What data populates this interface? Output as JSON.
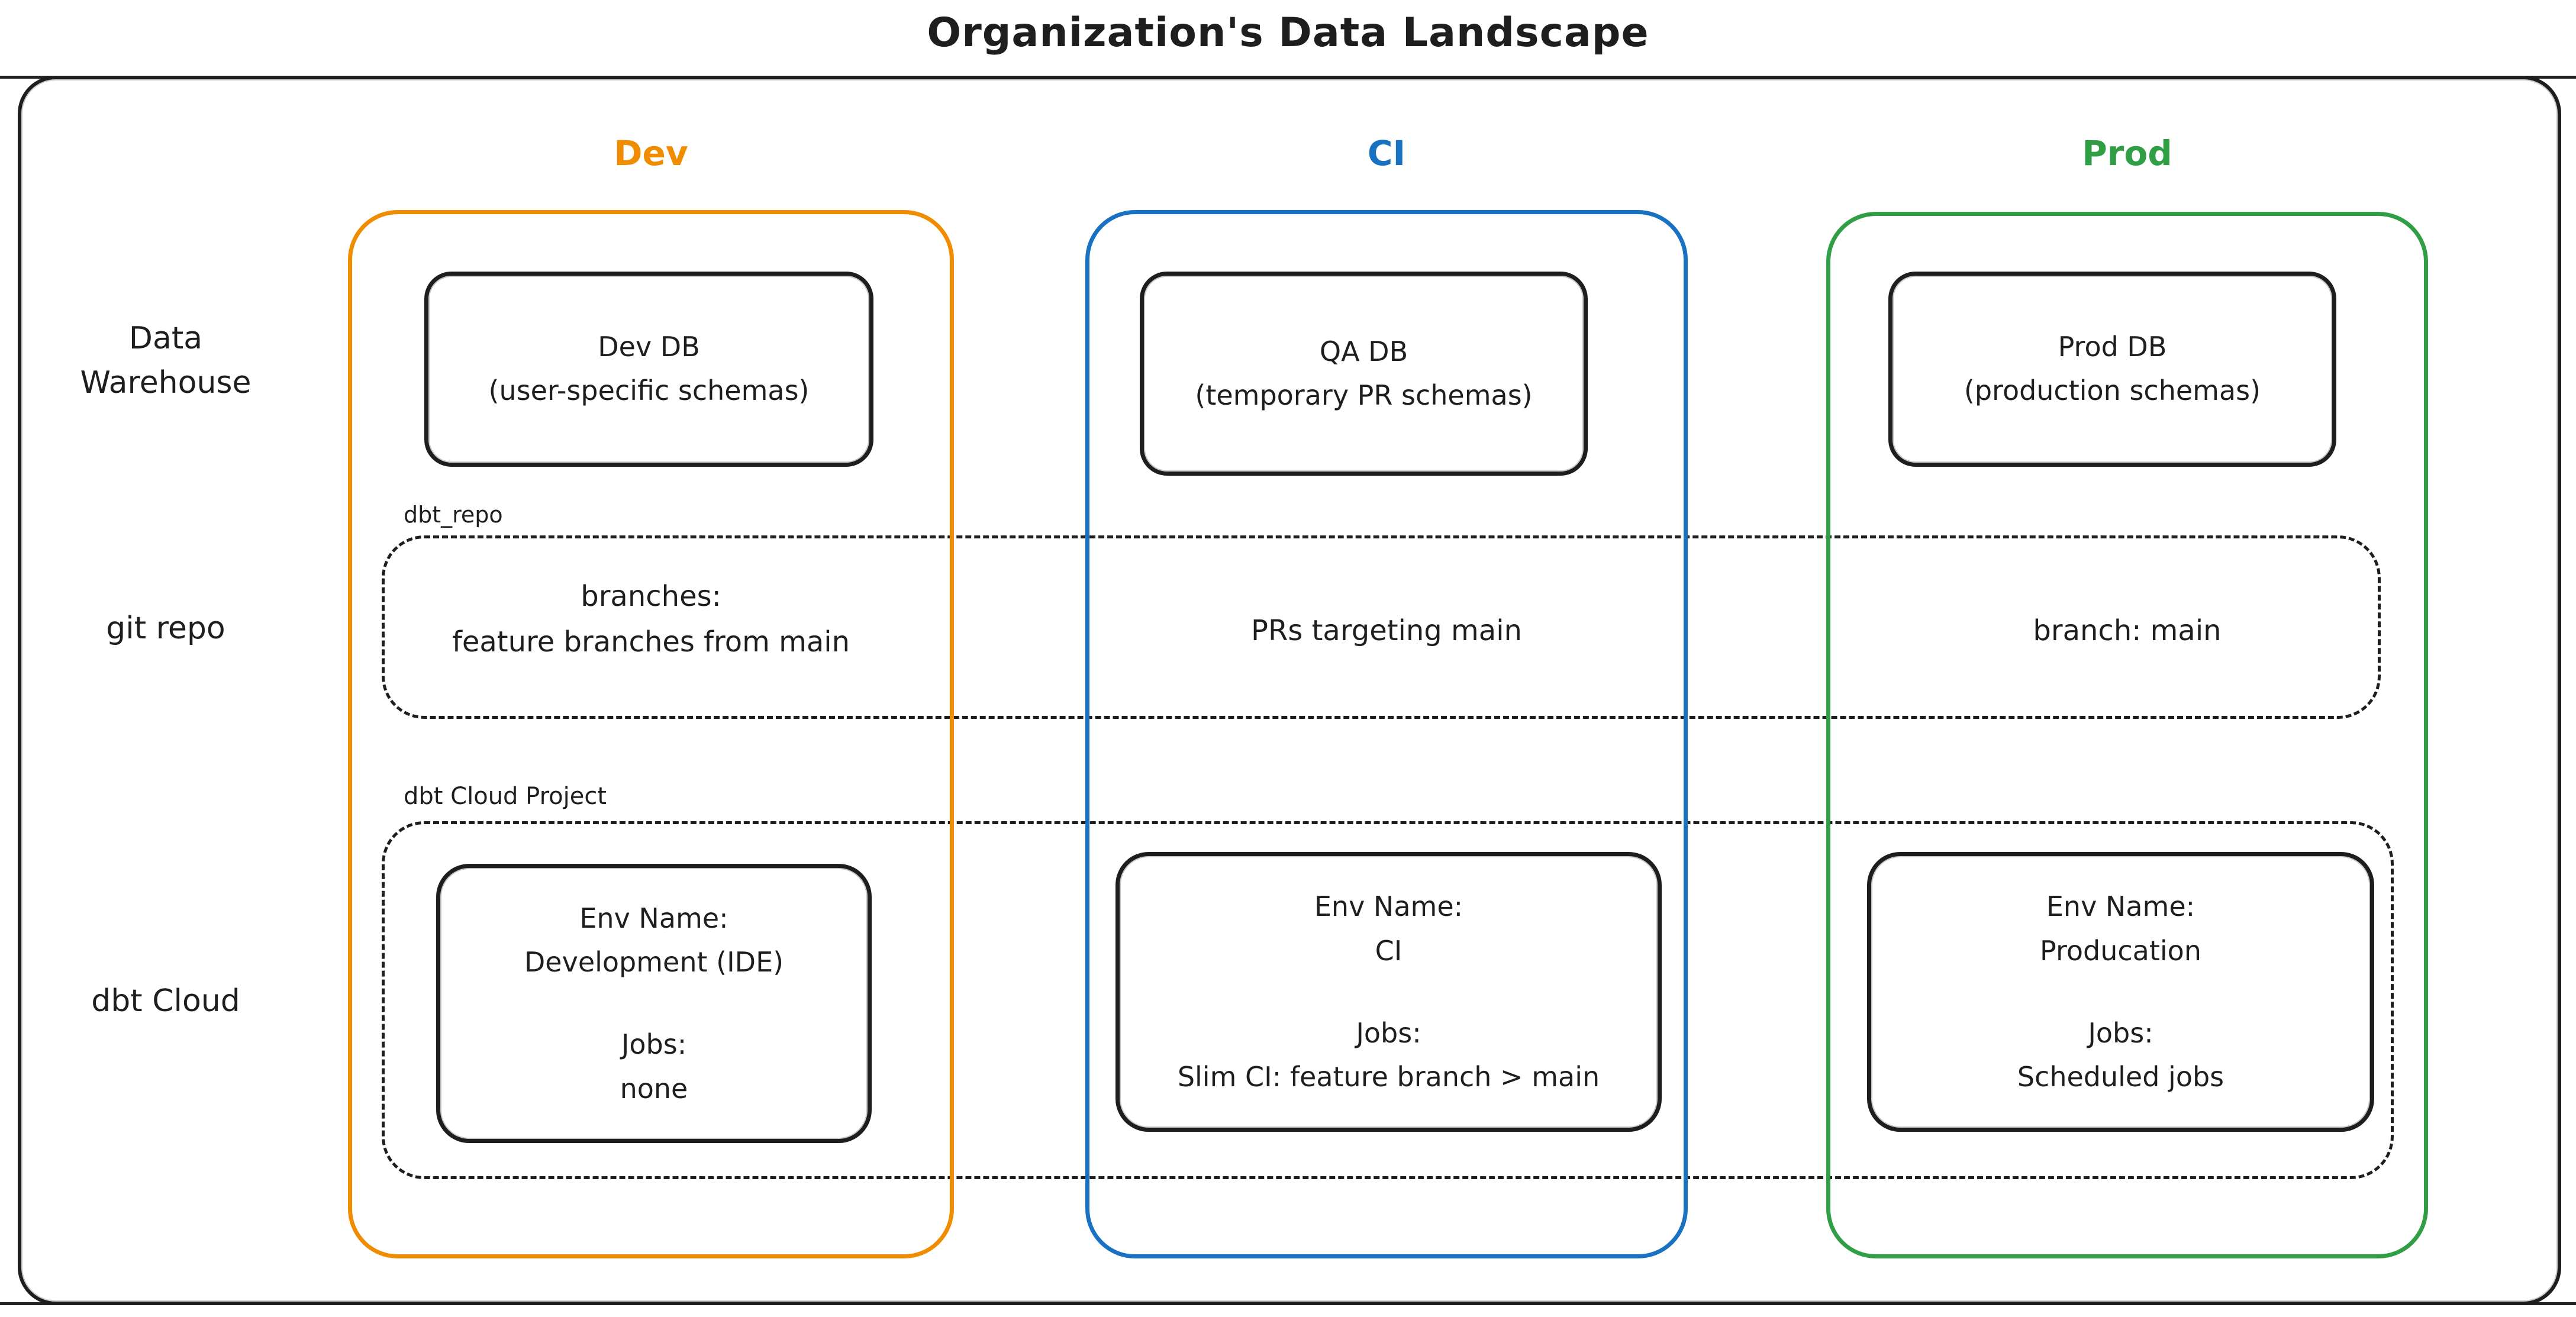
{
  "title": "Organization's Data Landscape",
  "row_labels": {
    "warehouse": "Data Warehouse",
    "git": "git repo",
    "dbt": "dbt Cloud"
  },
  "group_labels": {
    "git_repo": "dbt_repo",
    "dbt_project": "dbt Cloud Project"
  },
  "shared_labels": {
    "env_name": "Env Name:",
    "jobs": "Jobs:"
  },
  "colors": {
    "ink": "#1e1e1e",
    "dev": "#f08c00",
    "ci": "#1971c2",
    "prod": "#2f9e44"
  },
  "columns": [
    {
      "name": "Dev",
      "color": "#f08c00",
      "db_title": "Dev DB",
      "db_subtitle": "(user-specific schemas)",
      "git_line1": "branches:",
      "git_line2": "feature branches from main",
      "env_name": "Development (IDE)",
      "jobs": "none"
    },
    {
      "name": "CI",
      "color": "#1971c2",
      "db_title": "QA DB",
      "db_subtitle": "(temporary PR schemas)",
      "git_line1": "PRs targeting main",
      "git_line2": "",
      "env_name": "CI",
      "jobs": "Slim CI: feature branch > main"
    },
    {
      "name": "Prod",
      "color": "#2f9e44",
      "db_title": "Prod DB",
      "db_subtitle": "(production schemas)",
      "git_line1": "branch: main",
      "git_line2": "",
      "env_name": "Producation",
      "jobs": "Scheduled jobs"
    }
  ]
}
